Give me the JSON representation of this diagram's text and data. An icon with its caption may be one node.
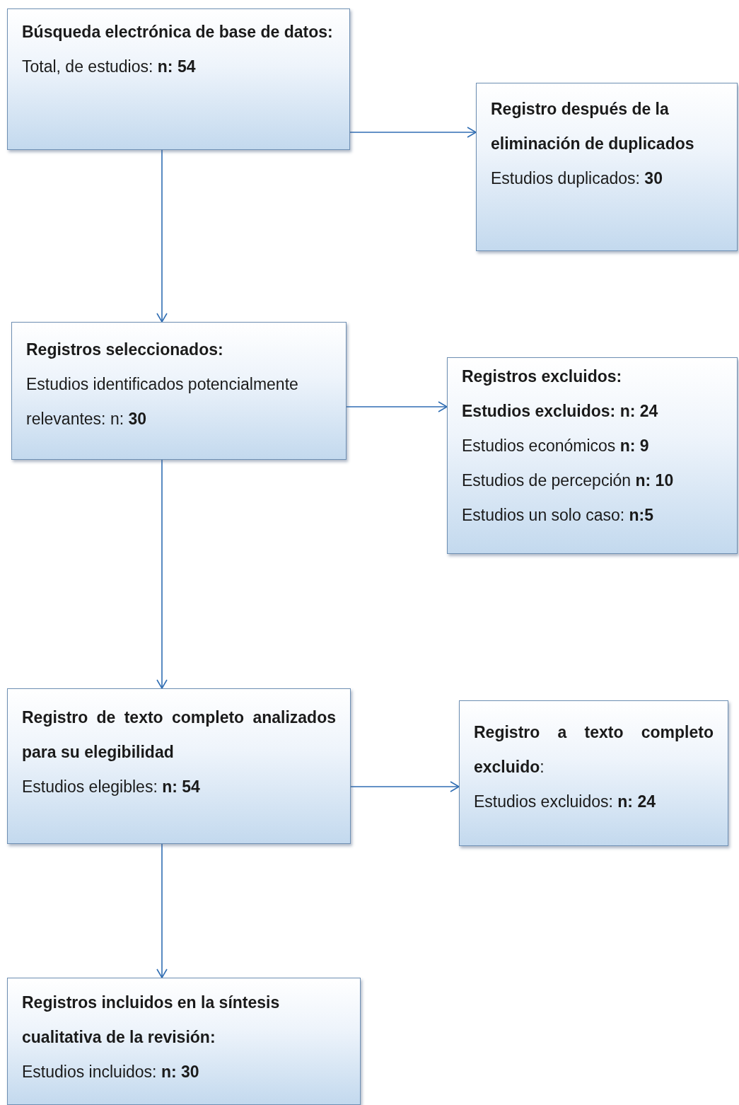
{
  "diagram": {
    "nodes": [
      {
        "text": [
          "Búsqueda electrónica de base de datos:",
          "Total, de estudios: **n: 54**"
        ]
      },
      {
        "text": [
          "Registro después de la eliminación de duplicados",
          "Estudios duplicados: **30**"
        ]
      },
      {
        "text": [
          "Registros seleccionados:",
          "Estudios identificados potencialmente relevantes: n: **30**"
        ]
      },
      {
        "text": [
          "Registros excluidos:",
          "Estudios excluidos: n: 24",
          "Estudios económicos **n: 9**",
          "Estudios de percepción **n: 10**",
          "Estudios un solo caso: **n:5**"
        ]
      },
      {
        "text": [
          "Registro de texto completo analizados para su elegibilidad",
          "Estudios elegibles: **n: 54**"
        ]
      },
      {
        "text": [
          "**Registro a texto completo excluido**:",
          "Estudios excluidos: **n: 24**"
        ]
      },
      {
        "text": [
          "Registros incluidos en la síntesis cualitativa de la revisión:",
          "Estudios incluidos: **n: 30**"
        ]
      }
    ],
    "edges": [
      {
        "from": 0,
        "to": 2,
        "arrow": "to"
      },
      {
        "from": 0,
        "to": 1,
        "arrow": "to"
      },
      {
        "from": 2,
        "to": 3,
        "arrow": "to"
      },
      {
        "from": 2,
        "to": 4,
        "arrow": "to"
      },
      {
        "from": 4,
        "to": 5,
        "arrow": "to"
      },
      {
        "from": 4,
        "to": 6,
        "arrow": "to"
      }
    ]
  }
}
